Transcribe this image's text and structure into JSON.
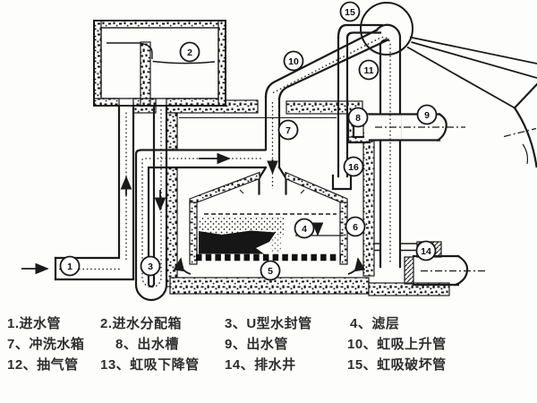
{
  "diagram": {
    "background": "#fdfdfc",
    "line_color": "#1a1a1a",
    "callouts": {
      "c1": "1",
      "c2": "2",
      "c3": "3",
      "c4": "4",
      "c5": "5",
      "c6": "6",
      "c7": "7",
      "c8": "8",
      "c9": "9",
      "c10": "10",
      "c11": "11",
      "c14": "14",
      "c15": "15",
      "c16": "16"
    }
  },
  "legend": {
    "text_color": "#2e2e2e",
    "items": [
      {
        "label": "1.进水管"
      },
      {
        "label": "2.进水分配箱"
      },
      {
        "label": "3、U型水封管"
      },
      {
        "label": "4、滤层"
      },
      {
        "label": "7、冲洗水箱"
      },
      {
        "label": "8、出水槽"
      },
      {
        "label": "9、出水管"
      },
      {
        "label": "10、虹吸上升管"
      },
      {
        "label": "12、抽气管"
      },
      {
        "label": "13、虹吸下降管"
      },
      {
        "label": "14、排水井"
      },
      {
        "label": "15、虹吸破坏管"
      }
    ]
  }
}
